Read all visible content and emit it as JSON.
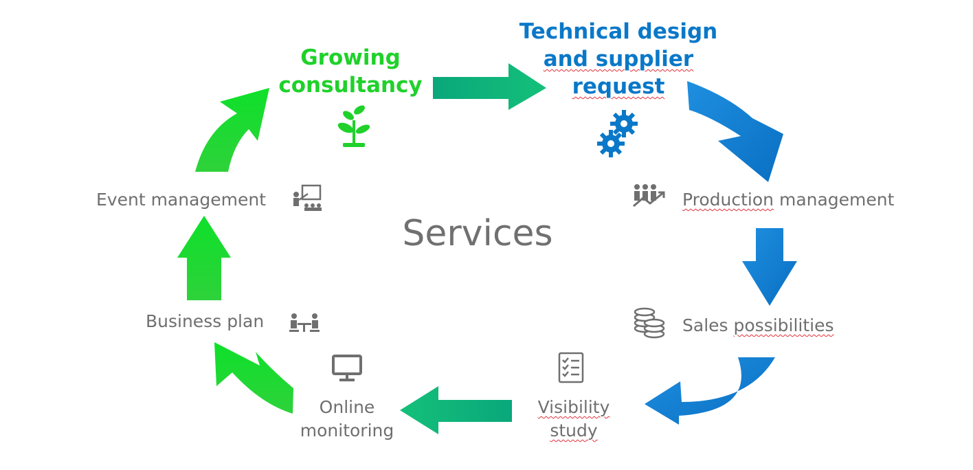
{
  "title": "Services",
  "stages": {
    "growing": {
      "line1": "Growing",
      "line2": "consultancy"
    },
    "technical": {
      "line1": "Technical design",
      "line2": "and supplier",
      "line3": "request"
    },
    "production": {
      "word1": "Production",
      "word2": "management"
    },
    "sales": {
      "word1": "Sales",
      "word2": "possibilities"
    },
    "visibility": {
      "line1": "Visibility",
      "line2": "study"
    },
    "online": {
      "line1": "Online",
      "line2": "monitoring"
    },
    "business": {
      "label": "Business plan"
    },
    "event": {
      "label": "Event management"
    }
  },
  "icons": {
    "growing": "plant-icon",
    "technical": "gears-icon",
    "production": "team-growth-icon",
    "sales": "coins-icon",
    "visibility": "checklist-icon",
    "online": "monitor-icon",
    "business": "meeting-icon",
    "event": "presentation-icon"
  },
  "colors": {
    "green": "#1fd12a",
    "teal": "#0fb07a",
    "blue": "#0a78c8",
    "text": "#6f6f6f"
  }
}
